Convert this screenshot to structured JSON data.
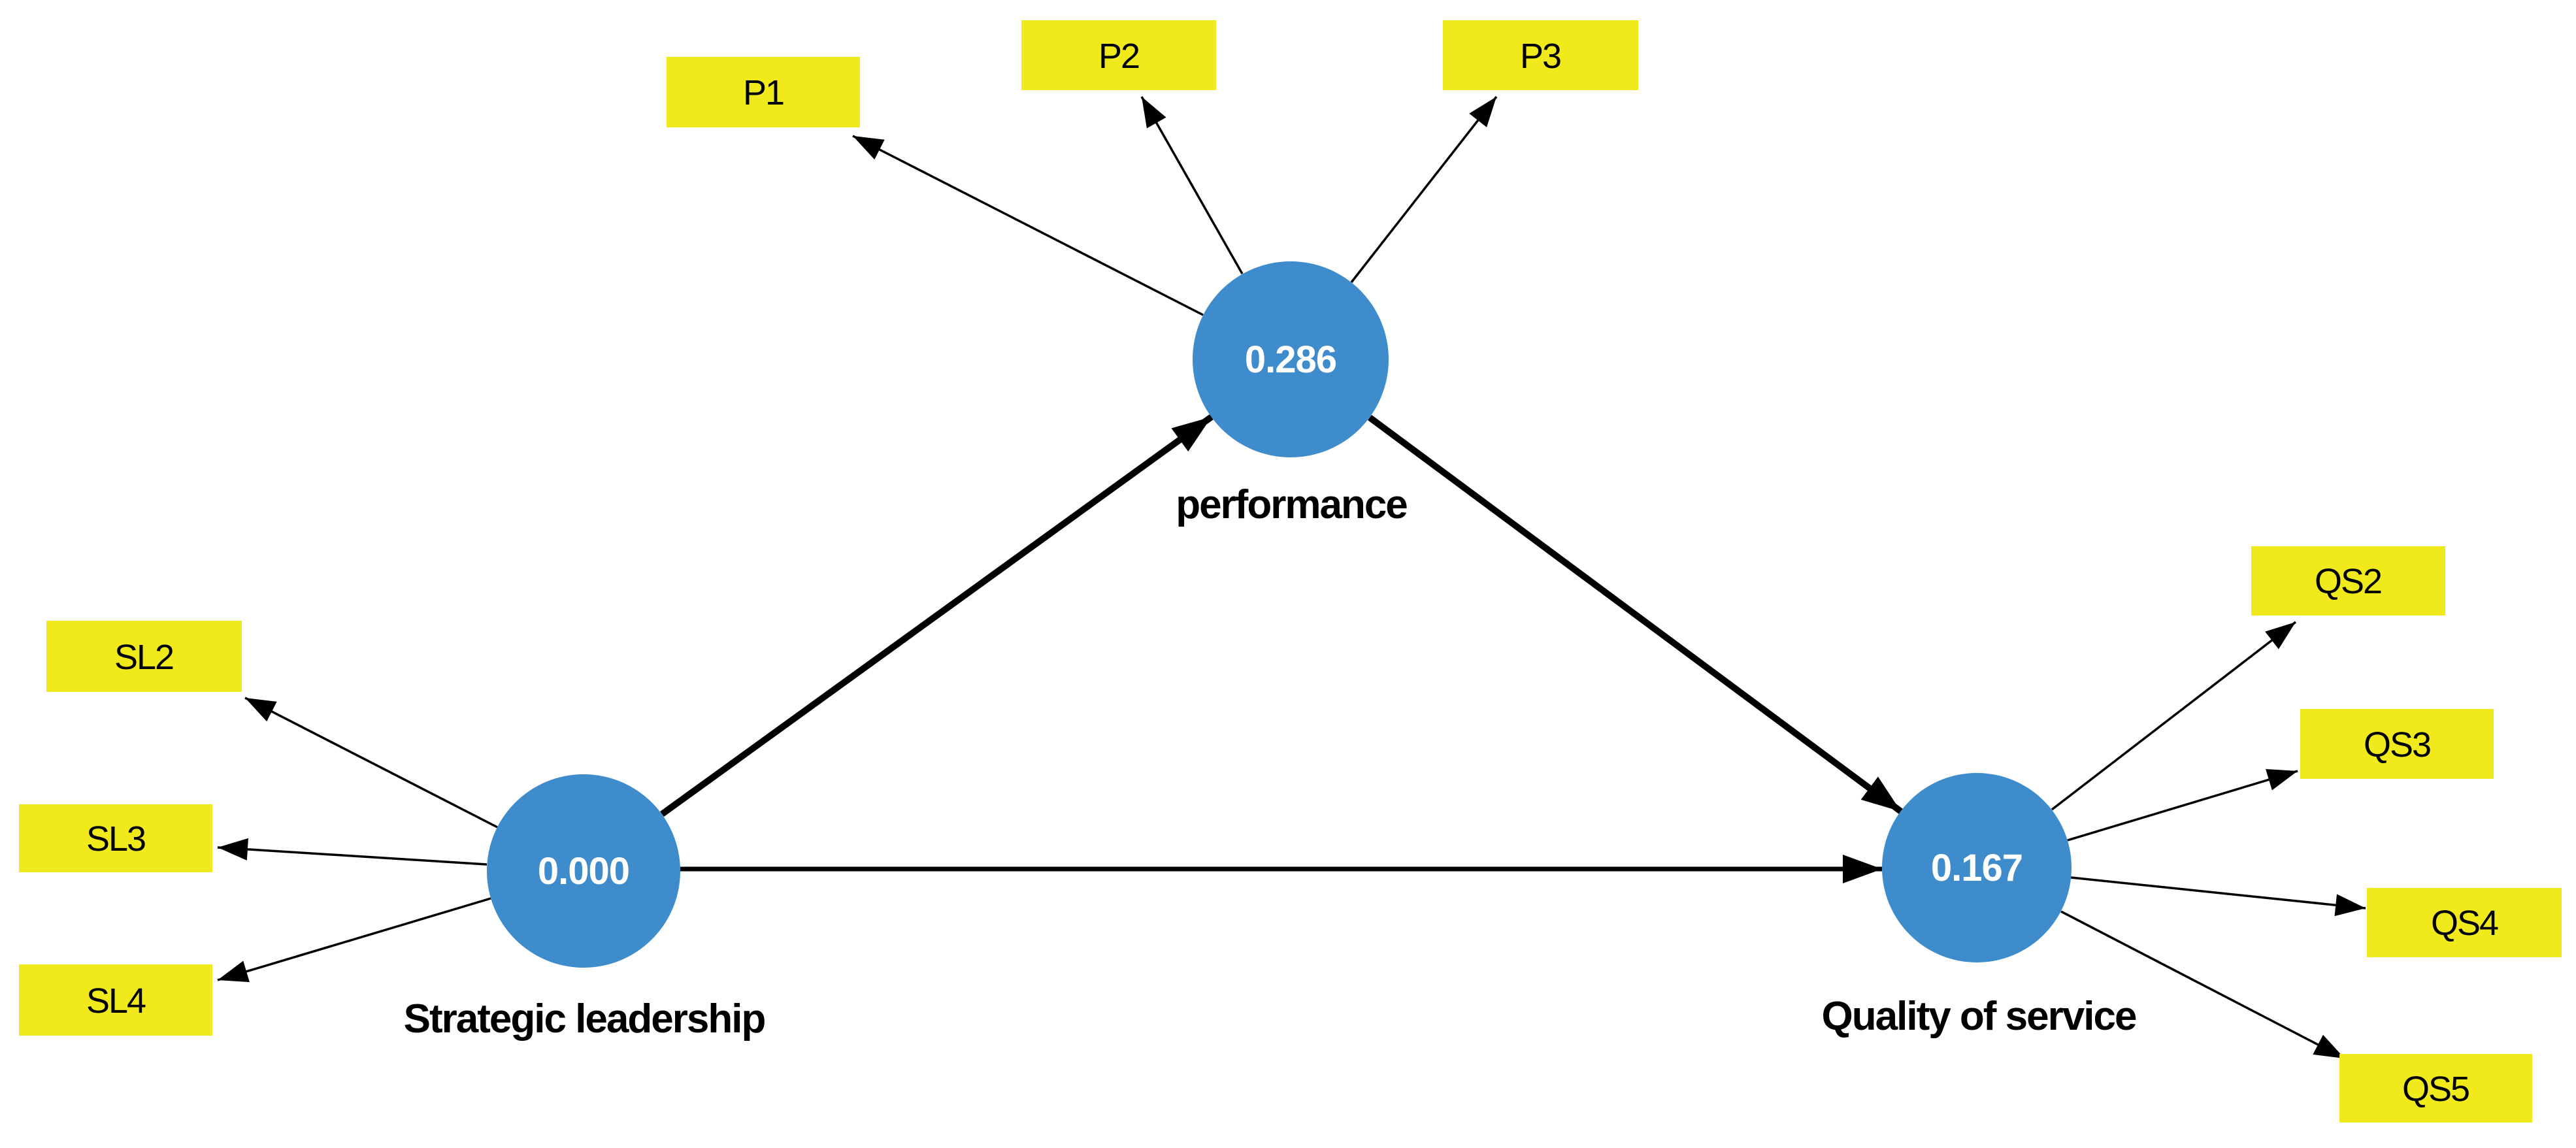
{
  "diagram": {
    "type": "sem_path_model",
    "background": "#ffffff",
    "colors": {
      "latent_node_fill": "#3E8CCB",
      "latent_node_text": "#ffffff",
      "indicator_fill": "#F0E91C",
      "indicator_text": "#000000",
      "edge_color": "#000000",
      "label_text": "#000000"
    },
    "nodes": {
      "performance": {
        "label": "performance",
        "value": "0.286"
      },
      "strategic_leadership": {
        "label": "Strategic leadership",
        "value": "0.000"
      },
      "quality_of_service": {
        "label": "Quality of service",
        "value": "0.167"
      }
    },
    "indicators": {
      "p1": {
        "label": "P1"
      },
      "p2": {
        "label": "P2"
      },
      "p3": {
        "label": "P3"
      },
      "sl2": {
        "label": "SL2"
      },
      "sl3": {
        "label": "SL3"
      },
      "sl4": {
        "label": "SL4"
      },
      "qs2": {
        "label": "QS2"
      },
      "qs3": {
        "label": "QS3"
      },
      "qs4": {
        "label": "QS4"
      },
      "qs5": {
        "label": "QS5"
      }
    },
    "edges": {
      "structural": [
        {
          "from": "Strategic leadership",
          "to": "performance"
        },
        {
          "from": "performance",
          "to": "Quality of service"
        },
        {
          "from": "Strategic leadership",
          "to": "Quality of service"
        }
      ],
      "measurement": [
        {
          "from": "performance",
          "to": "P1"
        },
        {
          "from": "performance",
          "to": "P2"
        },
        {
          "from": "performance",
          "to": "P3"
        },
        {
          "from": "Strategic leadership",
          "to": "SL2"
        },
        {
          "from": "Strategic leadership",
          "to": "SL3"
        },
        {
          "from": "Strategic leadership",
          "to": "SL4"
        },
        {
          "from": "Quality of service",
          "to": "QS2"
        },
        {
          "from": "Quality of service",
          "to": "QS3"
        },
        {
          "from": "Quality of service",
          "to": "QS4"
        },
        {
          "from": "Quality of service",
          "to": "QS5"
        }
      ]
    }
  }
}
